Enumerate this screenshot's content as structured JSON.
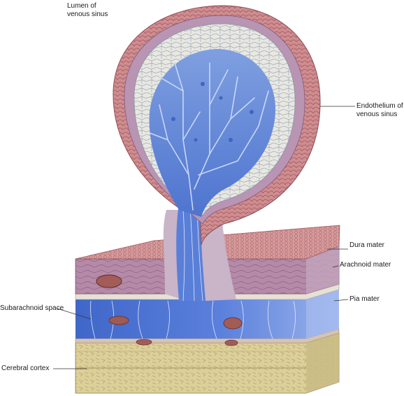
{
  "labels": {
    "lumen": [
      "Lumen of",
      "venous sinus"
    ],
    "endothelium": [
      "Endothelium of",
      "venous sinus"
    ],
    "dura": "Dura mater",
    "arachnoid": "Arachnoid mater",
    "pia": "Pia mater",
    "subarachnoid": "Subarachnoid space",
    "cortex": "Cerebral cortex"
  },
  "colors": {
    "dura_surface": "#c97f84",
    "dura_front": "#b48aa8",
    "arachnoid_blue": "#6d8fd6",
    "csf_blue": "#4f73d0",
    "cortex_tan": "#dccf98",
    "granulation_cells": "#e6e6df",
    "line_color": "#333333"
  }
}
